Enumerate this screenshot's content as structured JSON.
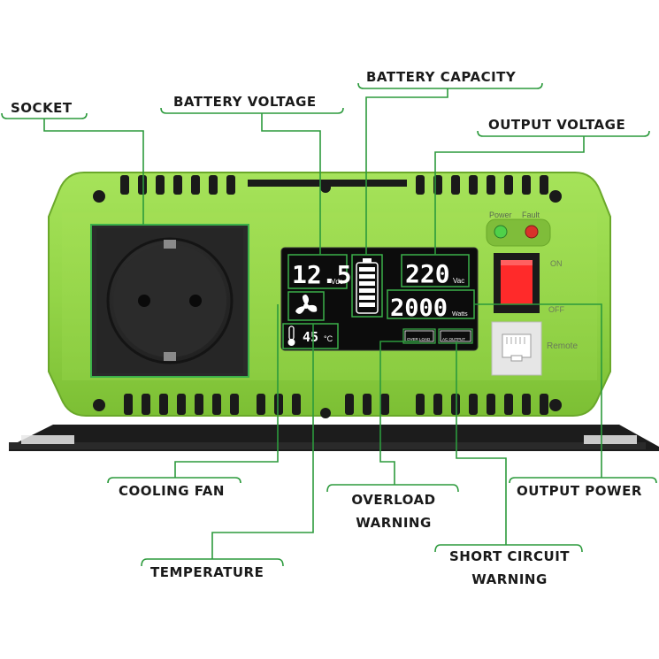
{
  "callouts": {
    "socket": "SOCKET",
    "battery_voltage": "BATTERY VOLTAGE",
    "battery_capacity": "BATTERY CAPACITY",
    "output_voltage": "OUTPUT VOLTAGE",
    "cooling_fan": "COOLING FAN",
    "overload_line1": "OVERLOAD",
    "overload_line2": "WARNING",
    "output_power": "OUTPUT POWER",
    "temperature": "TEMPERATURE",
    "short_line1": "SHORT CIRCUIT",
    "short_line2": "WARNING"
  },
  "device": {
    "indicator_power": "Power",
    "indicator_fault": "Fault",
    "switch_on": "ON",
    "switch_off": "OFF",
    "remote": "Remote"
  },
  "display": {
    "battery_voltage_value": "12.5",
    "battery_voltage_unit": "Vdc",
    "output_voltage_value": "220",
    "output_voltage_unit": "Vac",
    "output_power_value": "2000",
    "output_power_unit": "Watts",
    "temperature_value": "45",
    "temperature_unit": "°C",
    "overload_tag": "OVER LOAD",
    "short_tag": "AC OUTPUT"
  },
  "colors": {
    "body_green": "#96d64a",
    "body_green_dark": "#6fae2c",
    "leader_line": "#2c9a3c",
    "lcd_bg": "#0c0c0c",
    "power_led": "#4fd14a",
    "fault_led": "#d8322a",
    "switch_red": "#ff2a2a"
  },
  "icons": [
    "fan-icon",
    "thermometer-icon",
    "battery-icon",
    "socket-icon",
    "rj45-icon"
  ]
}
